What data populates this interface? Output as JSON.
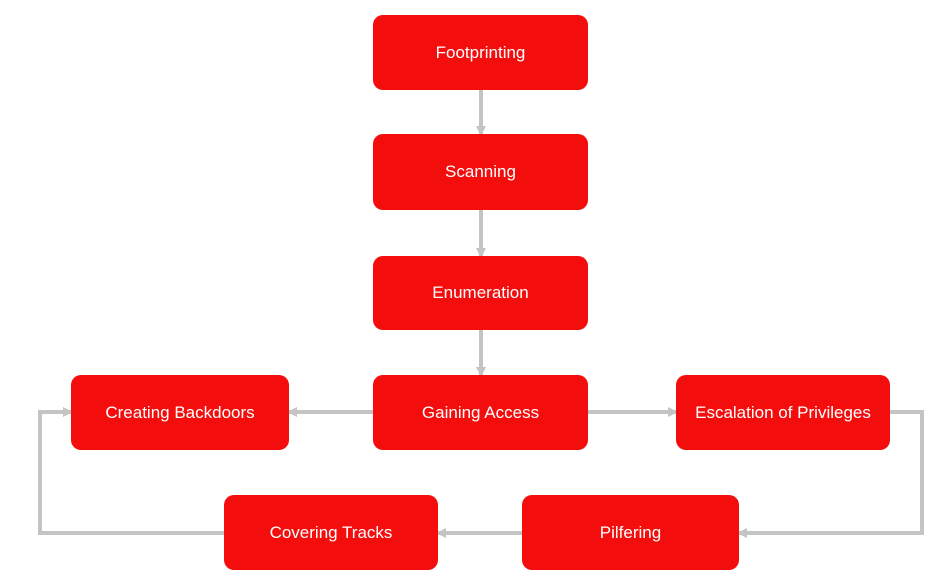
{
  "colors": {
    "node_fill": "#f30d0d",
    "node_text": "#ffffff",
    "connector": "#c4c4c4"
  },
  "nodes": {
    "footprinting": "Footprinting",
    "scanning": "Scanning",
    "enumeration": "Enumeration",
    "gaining_access": "Gaining Access",
    "creating_backdoors": "Creating Backdoors",
    "escalation": "Escalation of Privileges",
    "pilfering": "Pilfering",
    "covering_tracks": "Covering Tracks"
  }
}
